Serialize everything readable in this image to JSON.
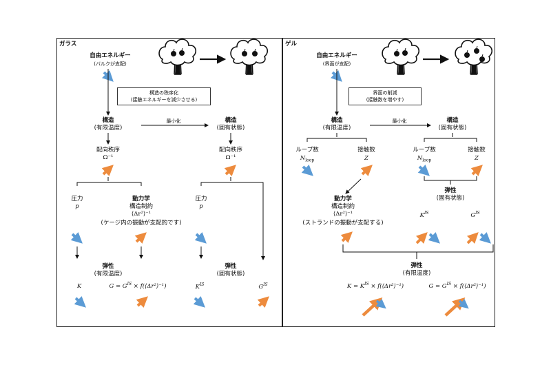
{
  "colors": {
    "blue": "#5b9bd5",
    "orange": "#ed8b3d",
    "line": "#111111"
  },
  "glass": {
    "title": "ガラス",
    "free_energy": "自由エネルギー",
    "free_energy_sub": "(バルクが支配)",
    "note_line1": "構造の秩序化",
    "note_line2": "(接触エネルギーを減少させる)",
    "struct_left": "構造",
    "struct_left_sub": "(有限温度)",
    "minimize": "最小化",
    "struct_right": "構造",
    "struct_right_sub": "(固有状態)",
    "order_left": "配向秩序",
    "order_left_sym": "Ω⁻¹",
    "order_right": "配向秩序",
    "order_right_sym": "Ω⁻¹",
    "pressure_left": "圧力",
    "pressure_left_sym": "p",
    "dynamics": "動力学",
    "dyn_line1": "構造制約",
    "dyn_line2": "⟨Δr²⟩⁻¹",
    "dyn_line3": "(ケージ内の振動が支配的です)",
    "pressure_right": "圧力",
    "pressure_right_sym": "p",
    "elastic_left": "弾性",
    "elastic_left_sub": "(有限温度)",
    "elastic_right": "弾性",
    "elastic_right_sub": "(固有状態)",
    "K_left": "K",
    "G_formula": "G = G",
    "G_formula_sup": "IS",
    "G_formula_rest": " × f(⟨Δr²⟩⁻¹)",
    "K_right": "K",
    "K_right_sup": "IS",
    "G_right": "G",
    "G_right_sup": "IS"
  },
  "gel": {
    "title": "ゲル",
    "free_energy": "自由エネルギー",
    "free_energy_sub": "(界面が支配)",
    "note_line1": "界面の削減",
    "note_line2": "(接触数を増やす)",
    "struct_left": "構造",
    "struct_left_sub": "(有限温度)",
    "minimize": "最小化",
    "struct_right": "構造",
    "struct_right_sub": "(固有状態)",
    "loops_left": "ループ数",
    "loops_left_sym": "N",
    "loops_left_sub": "loop",
    "contacts_left": "接触数",
    "contacts_left_sym": "Z",
    "loops_right": "ループ数",
    "loops_right_sym": "N",
    "loops_right_sub": "loop",
    "contacts_right": "接触数",
    "contacts_right_sym": "Z",
    "dynamics": "動力学",
    "dyn_line1": "構造制約",
    "dyn_line2": "⟨Δr²⟩⁻¹",
    "dyn_line3": "(ストランドの振動が支配する)",
    "elastic_right": "弾性",
    "elastic_right_sub": "(固有状態)",
    "KIS": "K",
    "KIS_sup": "IS",
    "GIS": "G",
    "GIS_sup": "IS",
    "elastic_bottom": "弾性",
    "elastic_bottom_sub": "(有限温度)",
    "K_formula": "K = K",
    "K_formula_sup": "IS",
    "K_formula_rest": " × f(⟨Δr²⟩⁻¹)",
    "G_formula": "G = G",
    "G_formula_sup": "IS",
    "G_formula_rest": " × f(⟨Δr²⟩⁻¹)"
  }
}
